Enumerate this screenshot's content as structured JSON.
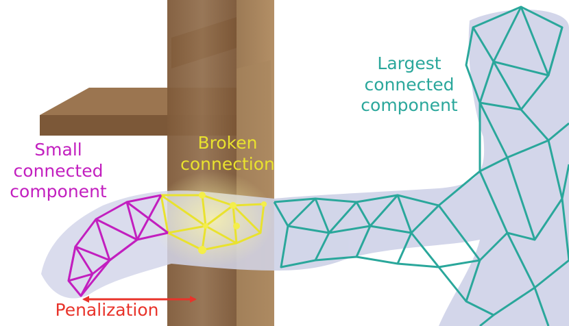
{
  "labels": {
    "largest_component": "Largest\nconnected\ncomponent",
    "small_component": "Small\nconnected\ncomponent",
    "broken_connection": "Broken\nconnection",
    "penalization": "Penalization"
  },
  "colors": {
    "largest_component": "#2aa79b",
    "small_component": "#c21fbf",
    "broken_connection": "#e9e22e",
    "penalization": "#e8332a",
    "wood": "#8a6442",
    "body": "#c9cde6"
  }
}
